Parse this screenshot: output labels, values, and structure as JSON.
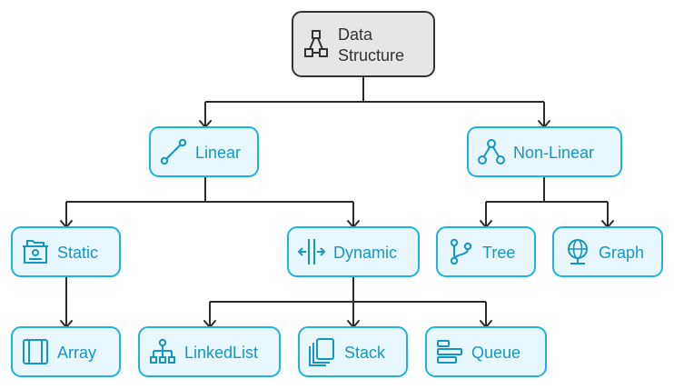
{
  "colors": {
    "root_fill": "#e6e6e6",
    "root_stroke": "#333333",
    "root_text": "#333333",
    "node_fill": "#e8f7fd",
    "node_stroke": "#1bb3e3",
    "node_text": "#1497c7",
    "connector": "#2b2b2b"
  },
  "nodes": {
    "root": {
      "label_lines": [
        "Data",
        "Structure"
      ],
      "icon": "triangle-nodes-icon"
    },
    "linear": {
      "label": "Linear",
      "icon": "line-segment-icon"
    },
    "nonlinear": {
      "label": "Non-Linear",
      "icon": "hierarchy-icon"
    },
    "static": {
      "label": "Static",
      "icon": "archive-box-icon"
    },
    "dynamic": {
      "label": "Dynamic",
      "icon": "resize-horizontal-icon"
    },
    "tree": {
      "label": "Tree",
      "icon": "git-branch-icon"
    },
    "graph": {
      "label": "Graph",
      "icon": "globe-icon"
    },
    "array": {
      "label": "Array",
      "icon": "film-strip-icon"
    },
    "linkedlist": {
      "label": "LinkedList",
      "icon": "sitemap-icon"
    },
    "stack": {
      "label": "Stack",
      "icon": "stacked-cards-icon"
    },
    "queue": {
      "label": "Queue",
      "icon": "queue-bars-icon"
    }
  }
}
